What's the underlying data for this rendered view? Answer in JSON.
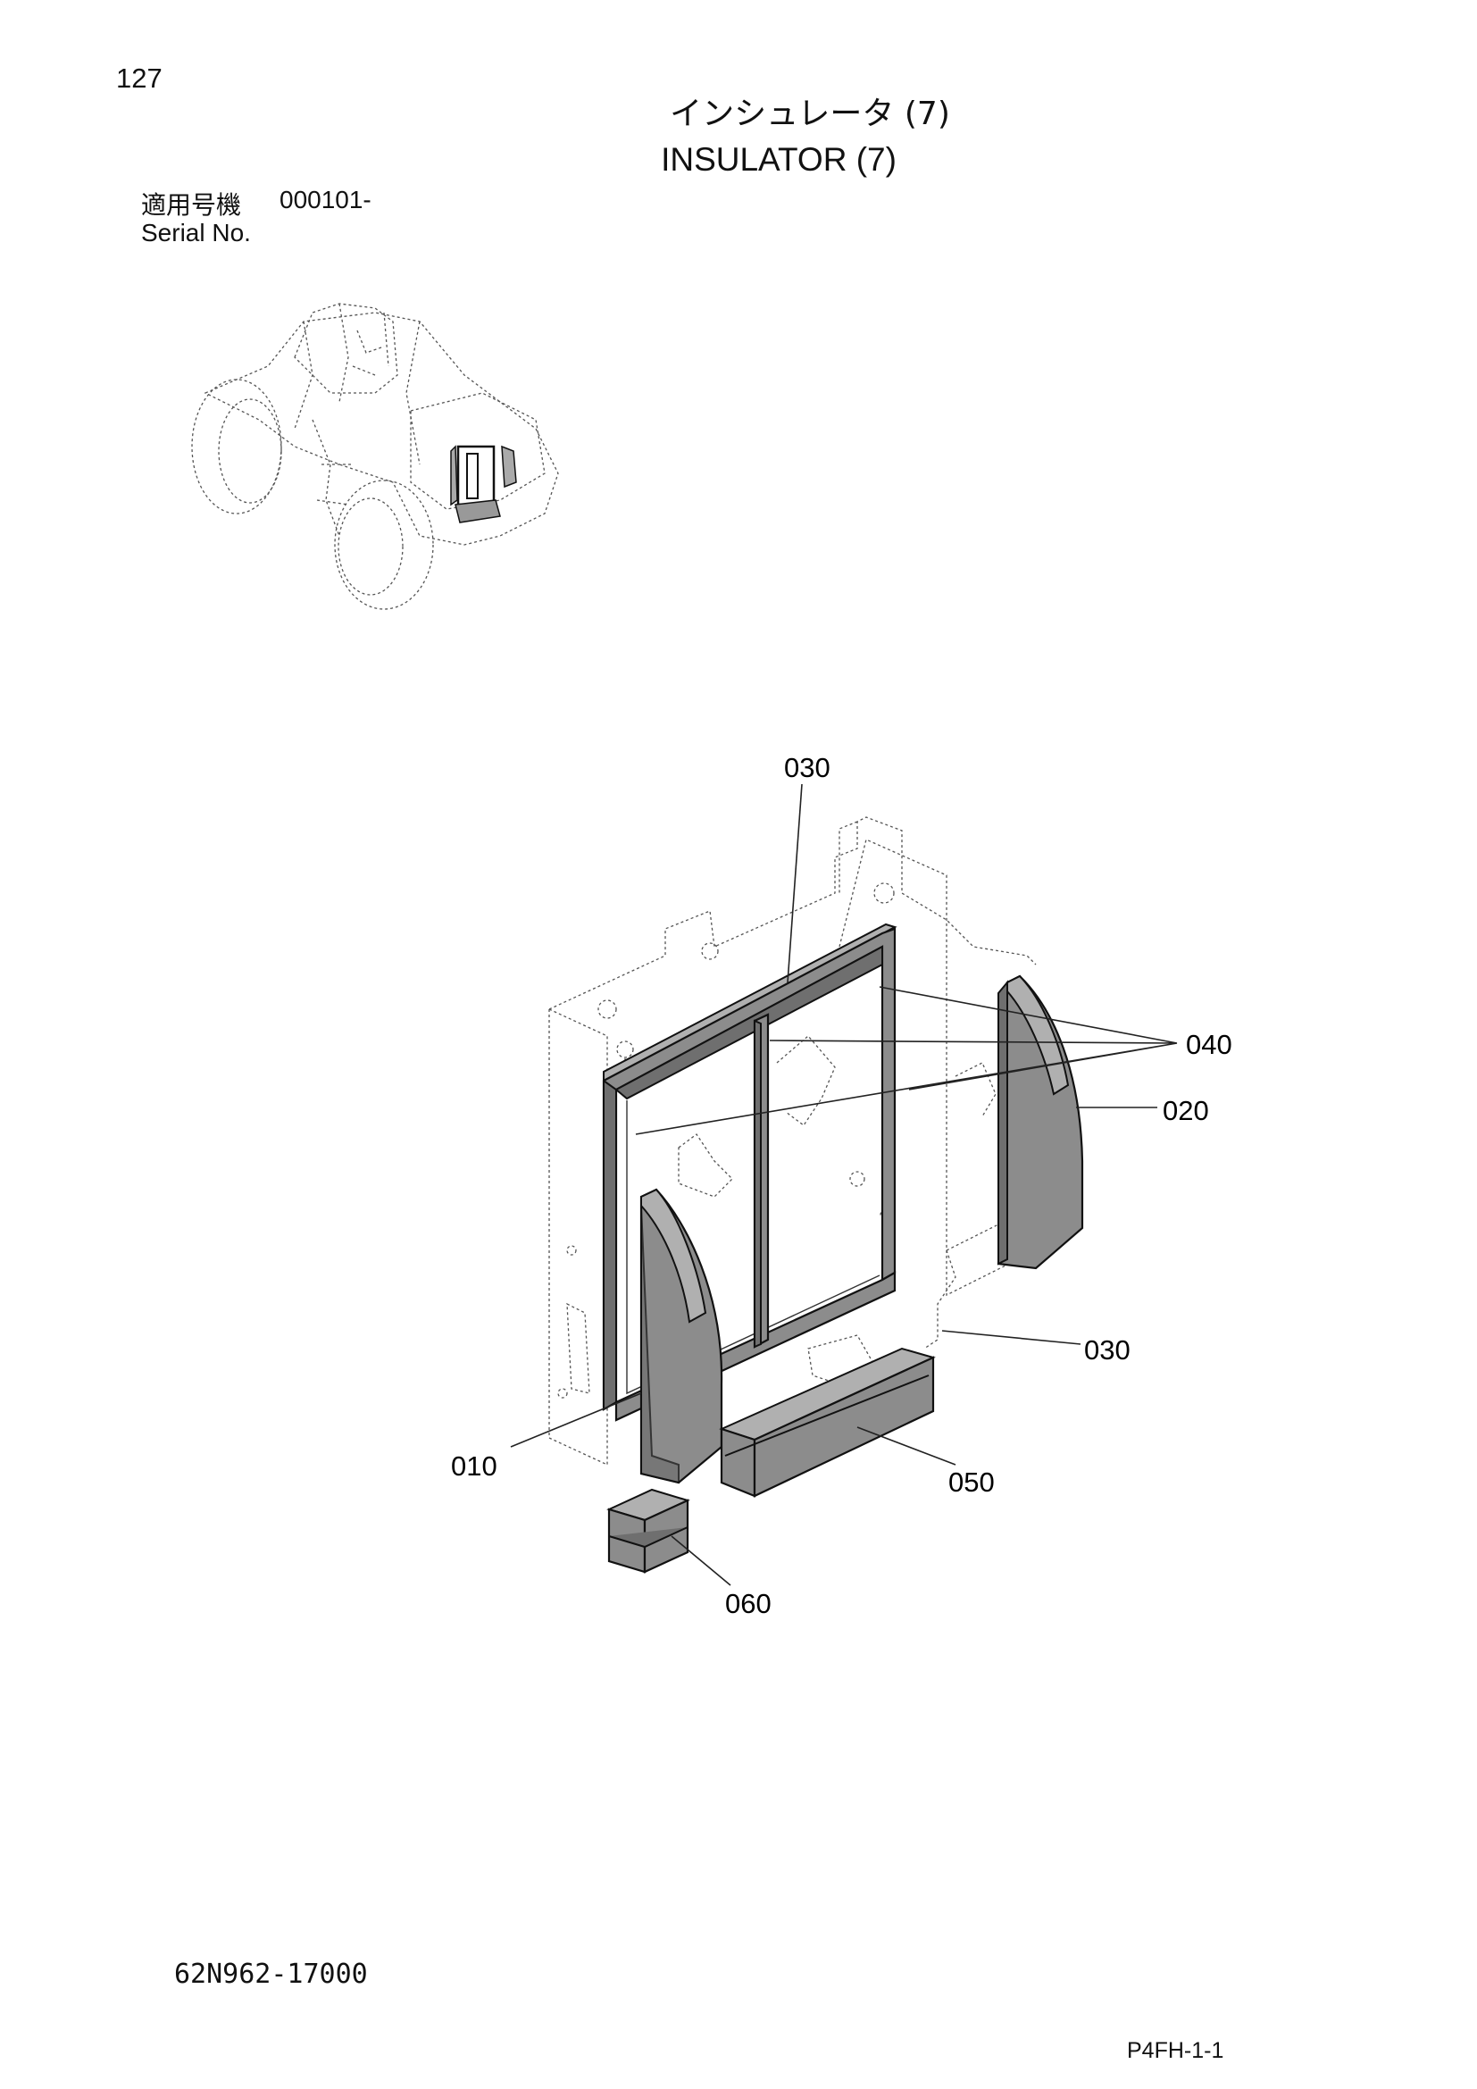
{
  "page_number": "127",
  "title_jp": "インシュレータ (7)",
  "title_en": "INSULATOR (7)",
  "serial": {
    "label_jp": "適用号機",
    "value": "000101-",
    "label_en": "Serial No."
  },
  "callouts": {
    "c030_top": "030",
    "c040": "040",
    "c020": "020",
    "c030_bottom": "030",
    "c010": "010",
    "c050": "050",
    "c060": "060"
  },
  "drawing_number": "62N962-17000",
  "page_ref": "P4FH-1-1"
}
